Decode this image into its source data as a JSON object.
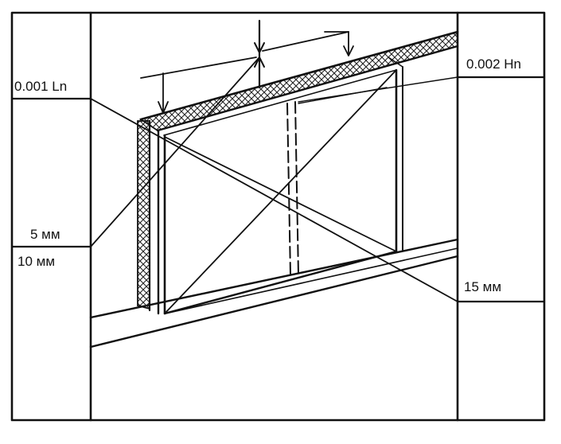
{
  "labels": {
    "top_left": "0.001 Ln",
    "top_right": "0.002 Hn",
    "mid_left_upper": "5 мм",
    "mid_left_lower": "10 мм",
    "right_lower": "15 мм"
  }
}
